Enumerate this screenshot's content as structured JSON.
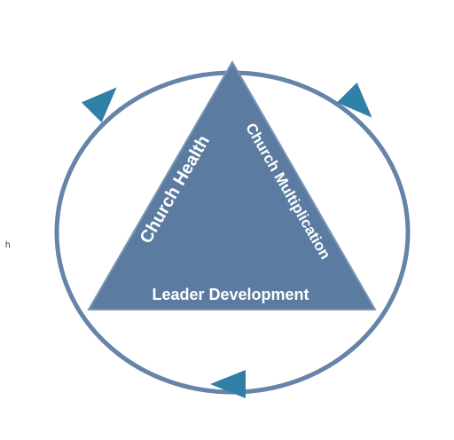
{
  "diagram": {
    "labels": {
      "left_side": "Church Health",
      "right_side": "Church Multiplication",
      "base": "Leader Development"
    },
    "edge_text": "h"
  },
  "colors": {
    "triangle_fill": "#5b7ba0",
    "triangle_stroke": "#6f8db0",
    "cycle_stroke": "#6584a8",
    "arrow_fill": "#2f7fa6",
    "text": "#ffffff"
  },
  "icons": {
    "arrow_top_left": "arrow-up-right-icon",
    "arrow_top_right": "arrow-down-right-icon",
    "arrow_bottom": "arrow-left-icon"
  }
}
